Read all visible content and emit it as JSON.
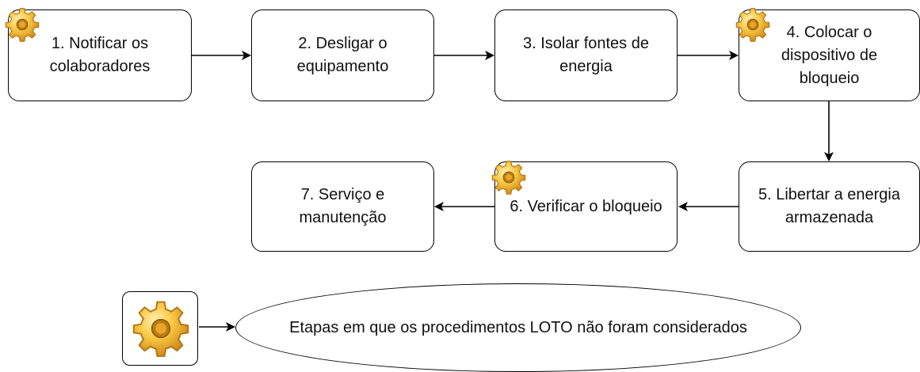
{
  "steps": [
    {
      "label": "1. Notificar os\ncolaboradores",
      "loto_gear": true
    },
    {
      "label": "2. Desligar o\nequipamento",
      "loto_gear": false
    },
    {
      "label": "3. Isolar fontes de\nenergia",
      "loto_gear": false
    },
    {
      "label": "4. Colocar o\ndispositivo de\nbloqueio",
      "loto_gear": true
    },
    {
      "label": "5. Libertar a energia\narmazenada",
      "loto_gear": false
    },
    {
      "label": "6. Verificar o bloqueio",
      "loto_gear": true
    },
    {
      "label": "7. Serviço e\nmanutenção",
      "loto_gear": false
    }
  ],
  "legend": {
    "icon": "gear-icon",
    "text": "Etapas em que os procedimentos LOTO não foram considerados"
  },
  "colors": {
    "gear_light": "#FFE08A",
    "gear_mid": "#F5B82E",
    "gear_dark": "#C98414",
    "line": "#000000"
  }
}
